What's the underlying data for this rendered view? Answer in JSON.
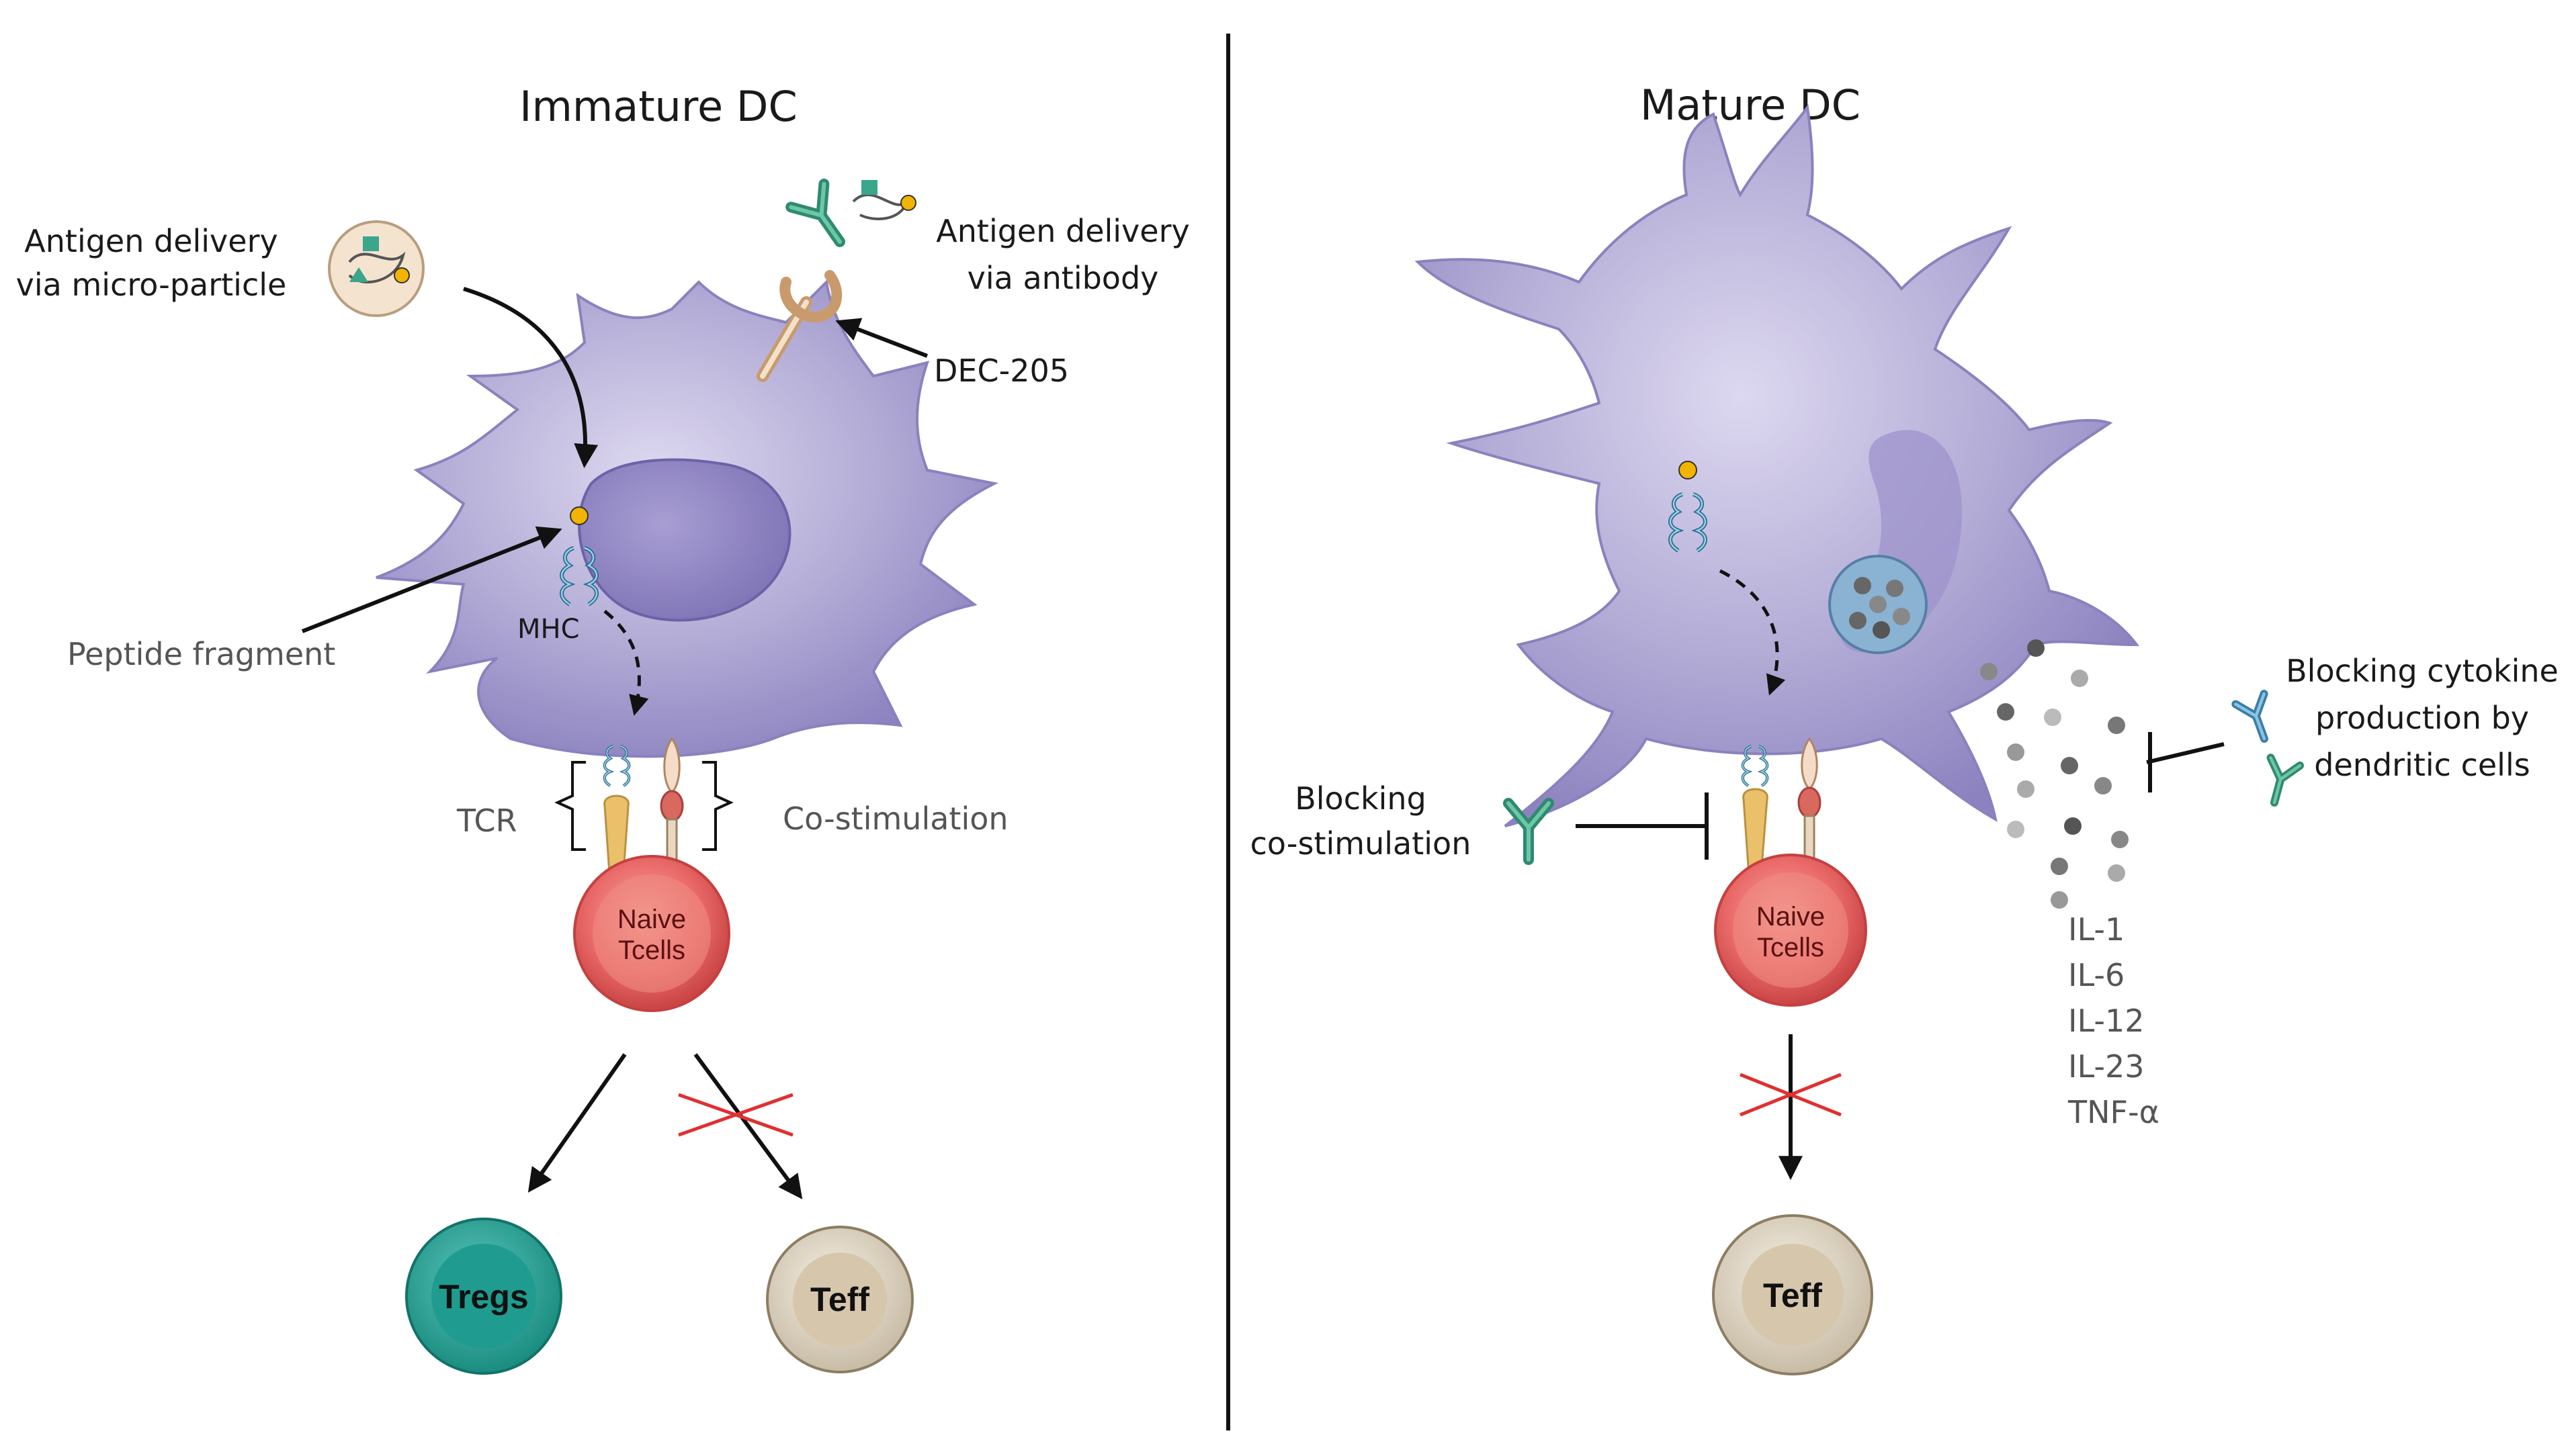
{
  "panels": {
    "left": {
      "title": "Immature DC",
      "labels": {
        "antigen_particle_line1": "Antigen delivery",
        "antigen_particle_line2": "via micro-particle",
        "antigen_antibody_line1": "Antigen delivery",
        "antigen_antibody_line2": "via antibody",
        "dec205": "DEC-205",
        "peptide": "Peptide fragment",
        "mhc": "MHC",
        "tcr": "TCR",
        "costim": "Co-stimulation",
        "naive_line1": "Naive",
        "naive_line2": "Tcells",
        "tregs": "Tregs",
        "teff": "Teff"
      }
    },
    "right": {
      "title": "Mature DC",
      "labels": {
        "blocking_cytokine_line1": "Blocking cytokine",
        "blocking_cytokine_line2": "production by",
        "blocking_cytokine_line3": "dendritic cells",
        "blocking_costim_line1": "Blocking",
        "blocking_costim_line2": "co-stimulation",
        "naive_line1": "Naive",
        "naive_line2": "Tcells",
        "teff": "Teff"
      },
      "cytokines": [
        "IL-1",
        "IL-6",
        "IL-12",
        "IL-23",
        "TNF-α"
      ]
    }
  },
  "colors": {
    "dc_cell": "#b3acd6",
    "nucleus": "#9187c4",
    "naive_tcell": "#ea6a6a",
    "tregs": "#2aa79a",
    "teff": "#d9cfbd",
    "block_cross": "#e03030",
    "antibody": "#3a9a7e"
  },
  "icons": [
    "antibody-icon",
    "mhc-receptor-icon",
    "tcr-receptor-icon",
    "microparticle-icon",
    "cytokine-dot-icon"
  ]
}
